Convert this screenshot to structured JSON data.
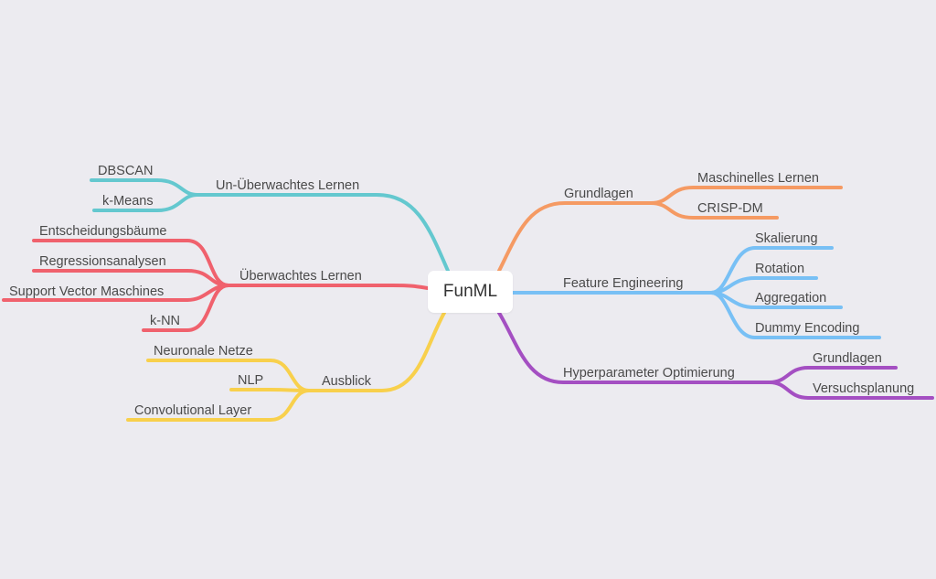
{
  "root": {
    "label": "FunML"
  },
  "colors": {
    "teal": "#64c8cf",
    "red": "#f0616d",
    "yellow": "#f8d04c",
    "orange": "#f59a63",
    "blue": "#78c0f5",
    "purple": "#a44fc2"
  },
  "branches": {
    "unsupervised": {
      "label": "Un-Überwachtes Lernen",
      "color": "teal",
      "children": [
        "DBSCAN",
        "k-Means"
      ]
    },
    "supervised": {
      "label": "Überwachtes Lernen",
      "color": "red",
      "children": [
        "Entscheidungsbäume",
        "Regressionsanalysen",
        "Support Vector Maschines",
        "k-NN"
      ]
    },
    "outlook": {
      "label": "Ausblick",
      "color": "yellow",
      "children": [
        "Neuronale Netze",
        "NLP",
        "Convolutional Layer"
      ]
    },
    "basics": {
      "label": "Grundlagen",
      "color": "orange",
      "children": [
        "Maschinelles Lernen",
        "CRISP-DM"
      ]
    },
    "feature_engineering": {
      "label": "Feature Engineering",
      "color": "blue",
      "children": [
        "Skalierung",
        "Rotation",
        "Aggregation",
        "Dummy Encoding"
      ]
    },
    "hyperparameter": {
      "label": "Hyperparameter Optimierung",
      "color": "purple",
      "children": [
        "Grundlagen",
        "Versuchsplanung"
      ]
    }
  }
}
